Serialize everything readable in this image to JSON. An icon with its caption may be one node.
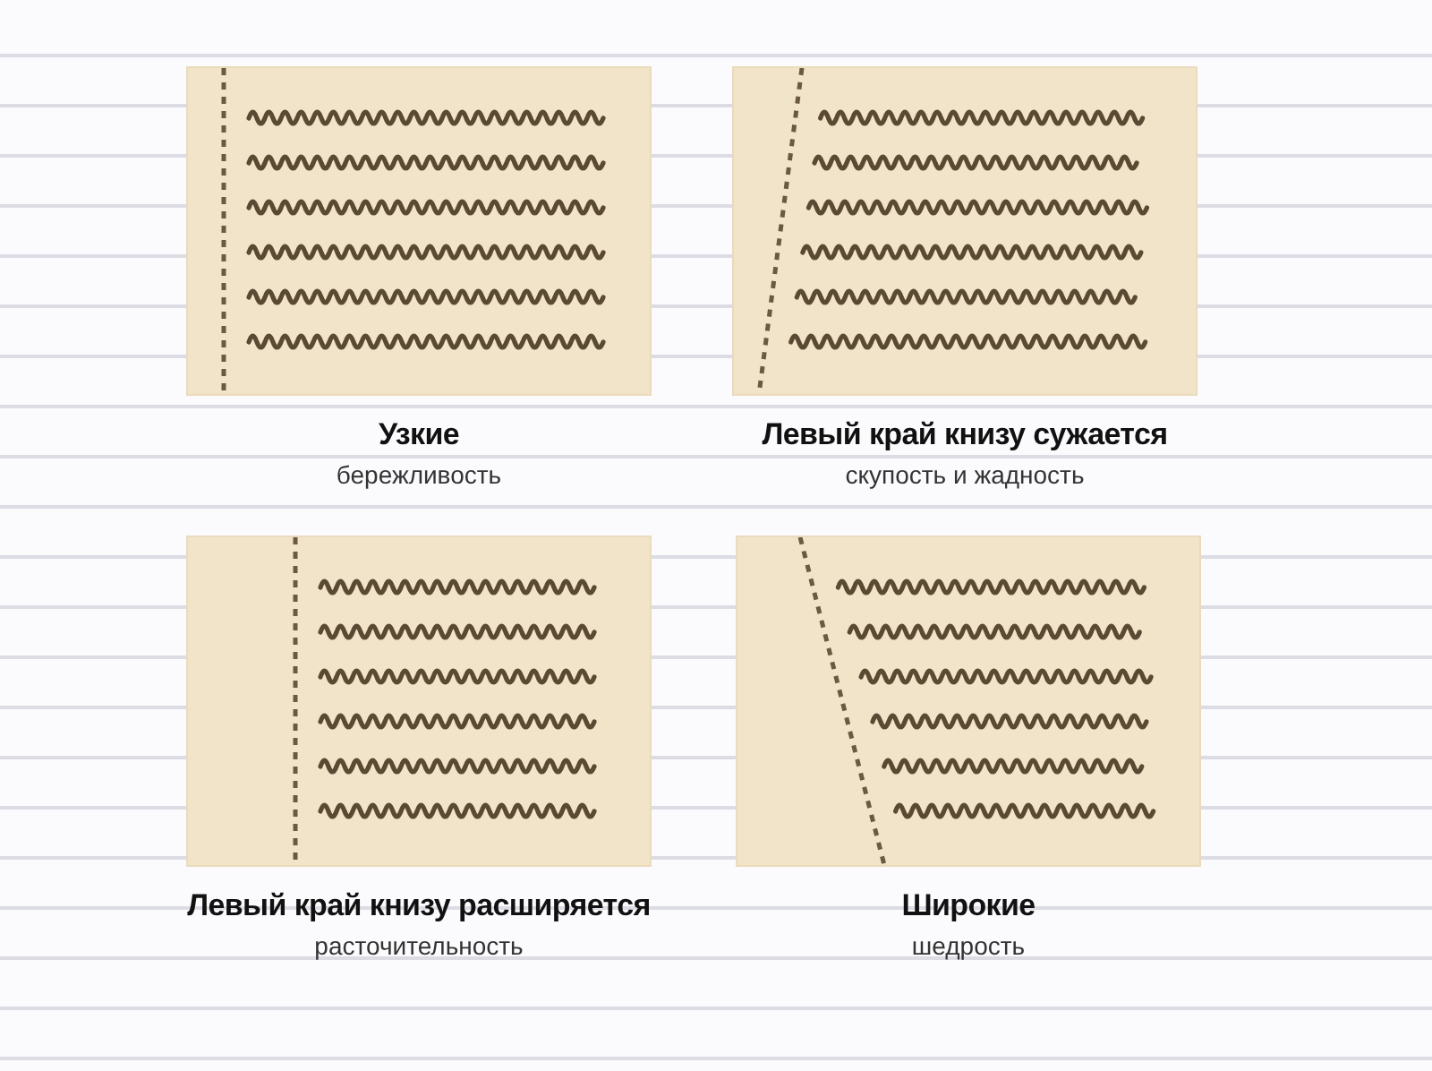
{
  "diagram": {
    "nodes": [
      {
        "text": [
          "Узкие",
          "бережливость"
        ]
      },
      {
        "text": [
          "Левый край книзу сужается",
          "скупость и жадность"
        ]
      },
      {
        "text": [
          "Левый край книзу расширяется",
          "расточительность"
        ]
      },
      {
        "text": [
          "Широкие",
          "шедрость"
        ]
      }
    ]
  }
}
